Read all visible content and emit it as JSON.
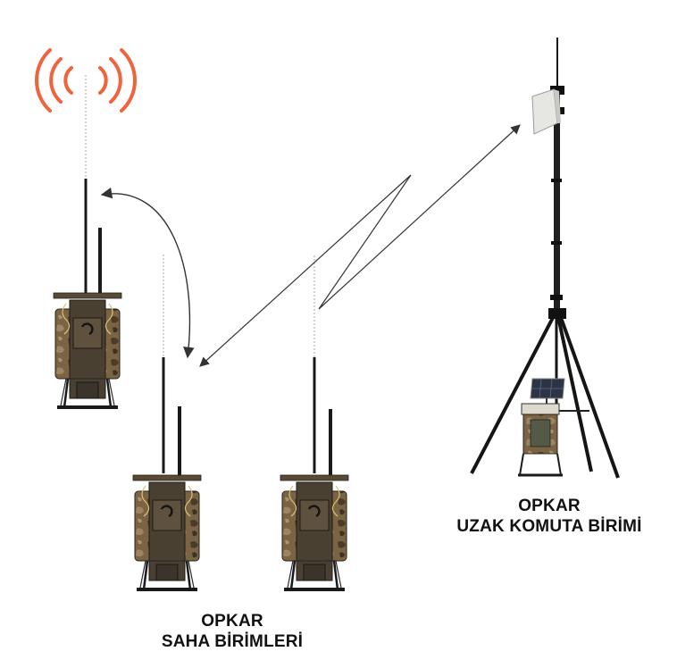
{
  "colors": {
    "signal": "#f0643c",
    "camo_base": "#6f5a3c",
    "camo_dark": "#3d3322",
    "frame": "#2a2a2a",
    "antenna": "#1a1a1a",
    "panel_antenna": "#e6e6e2",
    "arrow": "#333333"
  },
  "icons": [
    "wireless-signal-icon",
    "field-unit-backpack",
    "remote-command-mast",
    "solar-panel",
    "radio-link-arrow"
  ],
  "labels": {
    "field_units": {
      "line1": "OPKAR",
      "line2": "SAHA BİRİMLERİ"
    },
    "remote_unit": {
      "line1": "OPKAR",
      "line2": "UZAK KOMUTA BİRİMİ"
    }
  }
}
